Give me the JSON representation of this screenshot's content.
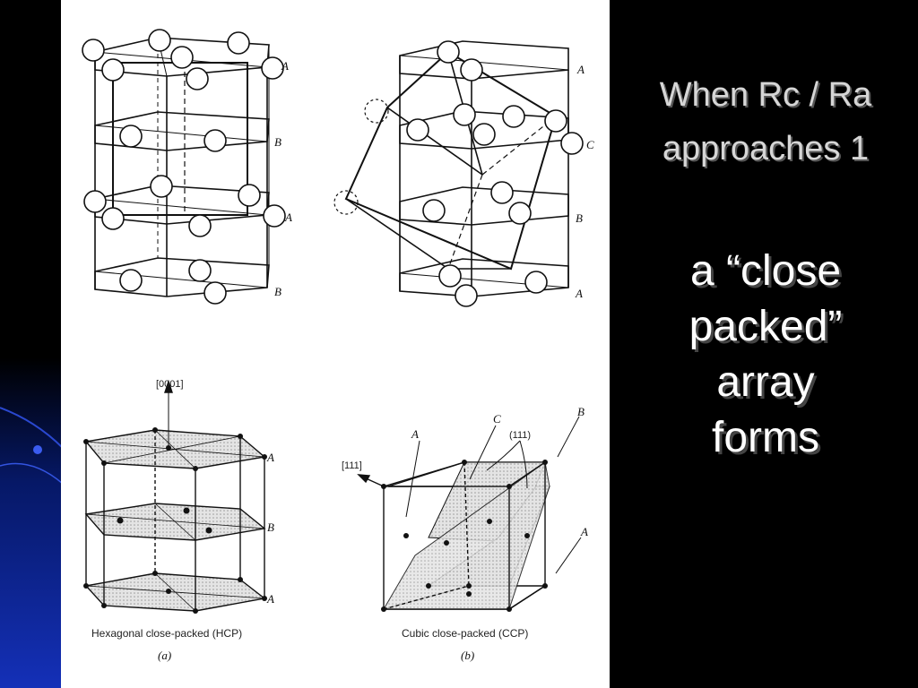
{
  "slide": {
    "title_lines": [
      "When Rc / Ra",
      "approaches 1"
    ],
    "subtitle_lines": [
      "a “close",
      "packed”",
      "array",
      "forms"
    ]
  },
  "figure": {
    "hcp": {
      "layer_labels_top": [
        "A",
        "B",
        "A",
        "B"
      ],
      "direction": "[0001]",
      "layer_labels_bottom": [
        "A",
        "B",
        "A"
      ],
      "caption": "Hexagonal close-packed (HCP)",
      "panel": "(a)"
    },
    "ccp": {
      "layer_labels_top": [
        "A",
        "C",
        "B",
        "A"
      ],
      "direction": "[111]",
      "plane": "(111)",
      "plane_labels": [
        "A",
        "C",
        "B",
        "A"
      ],
      "caption": "Cubic close-packed (CCP)",
      "panel": "(b)"
    }
  },
  "colors": {
    "background": "#000000",
    "title": "#d6d6d6",
    "subtitle": "#ffffff",
    "accent_gradient": "#1430b8"
  }
}
